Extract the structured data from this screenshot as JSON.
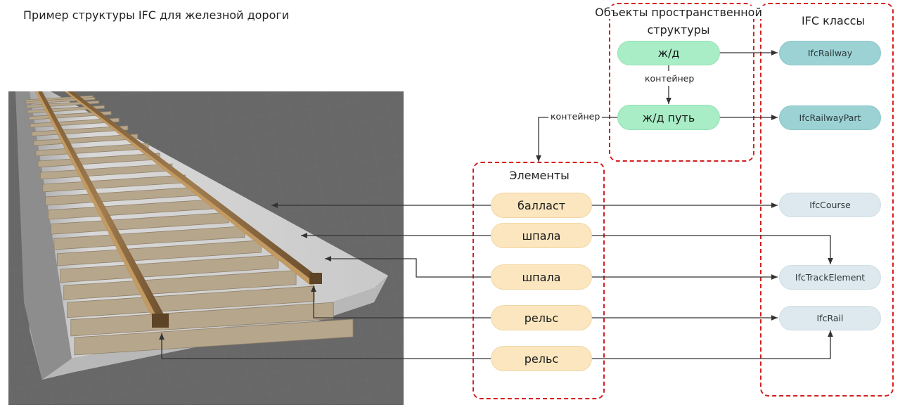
{
  "title": "Пример структуры IFC для железной дороги",
  "spatial_group": {
    "label_line1": "Объекты пространственной",
    "label_line2": "структуры"
  },
  "ifc_group": {
    "label": "IFC классы"
  },
  "elements_group": {
    "label": "Элементы"
  },
  "spatial_nodes": {
    "railway": "ж/д",
    "railway_track": "ж/д путь"
  },
  "container_labels": {
    "inner": "контейнер",
    "outer": "контейнер"
  },
  "elements": {
    "ballast": "балласт",
    "sleeper_1": "шпала",
    "sleeper_2": "шпала",
    "rail_1": "рельс",
    "rail_2": "рельс"
  },
  "ifc_classes": {
    "railway": "IfcRailway",
    "railway_part": "IfcRailwayPart",
    "course": "IfcCourse",
    "track_element": "IfcTrackElement",
    "rail": "IfcRail"
  },
  "colors": {
    "spatial_node": "#a8edc6",
    "element_node": "#fbe6bf",
    "ifc_spatial_class": "#9dd2d4",
    "ifc_element_class": "#dde9ee",
    "group_border": "#d42020",
    "connector": "#333333"
  }
}
